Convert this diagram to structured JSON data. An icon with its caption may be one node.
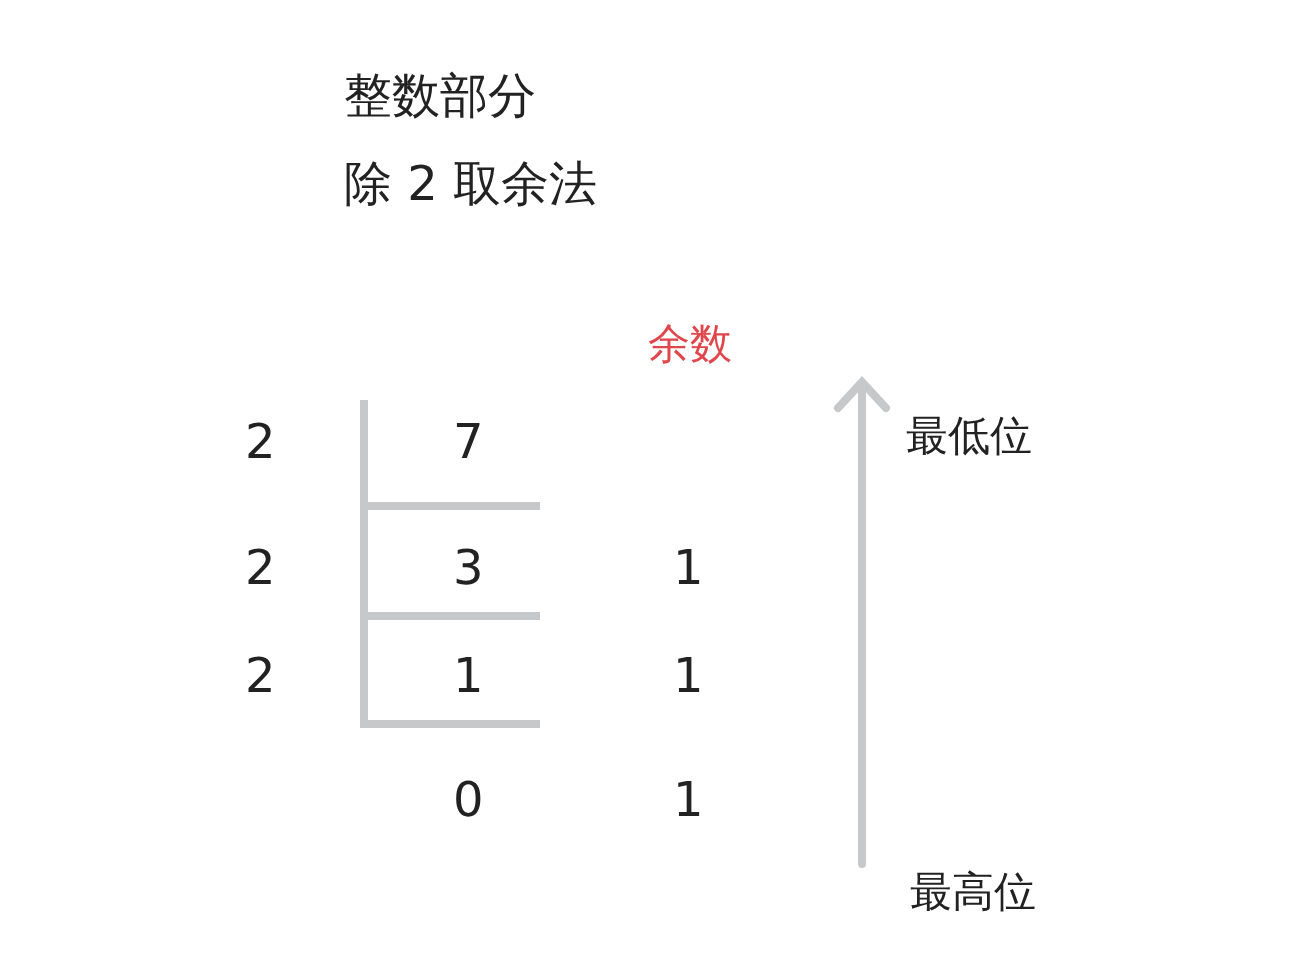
{
  "diagram": {
    "title": "整数部分",
    "labels": [
      "除 2 取余法",
      "余数",
      "2",
      "7",
      "最低位",
      "2",
      "3",
      "1",
      "2",
      "1",
      "1",
      "0",
      "1",
      "最高位"
    ]
  }
}
